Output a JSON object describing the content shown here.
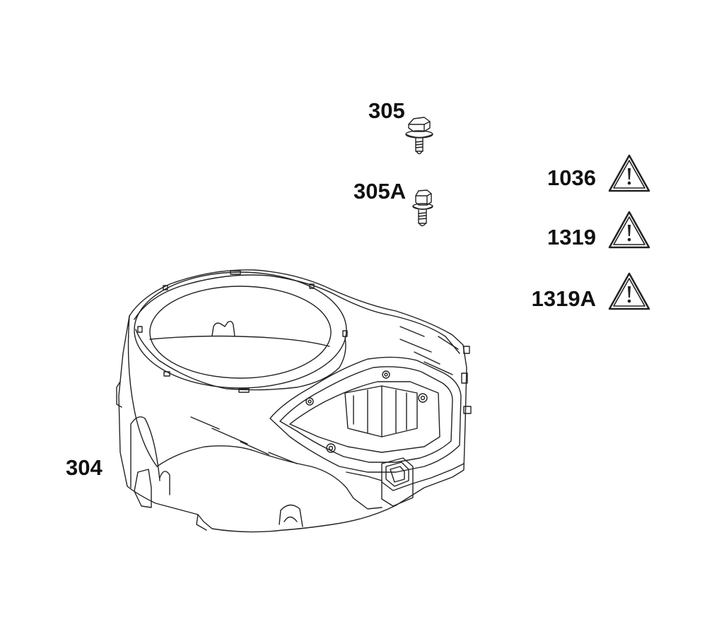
{
  "callouts": {
    "bolt_305": "305",
    "bolt_305A": "305A",
    "housing_304": "304"
  },
  "warnings": [
    {
      "label": "1036",
      "icon": "warning-triangle-icon"
    },
    {
      "label": "1319",
      "icon": "warning-triangle-icon"
    },
    {
      "label": "1319A",
      "icon": "warning-triangle-icon"
    }
  ],
  "colors": {
    "line": "#222222",
    "background": "#ffffff"
  }
}
